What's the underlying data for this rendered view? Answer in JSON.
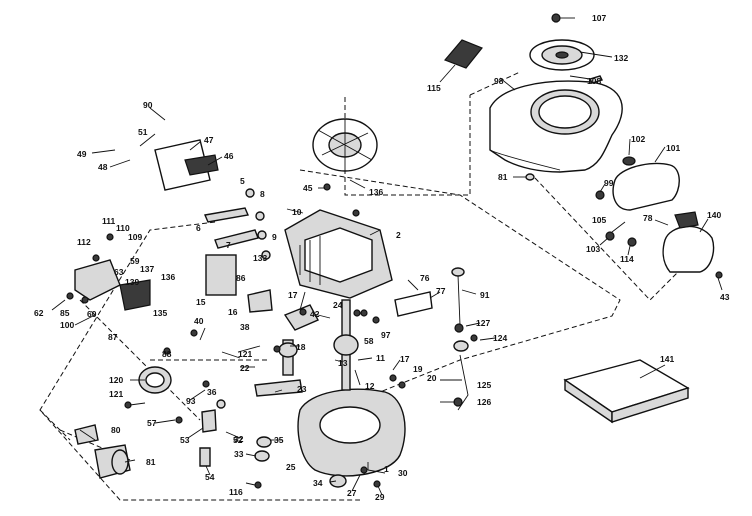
{
  "diagram": {
    "part_numbers": [
      "107",
      "132",
      "108",
      "115",
      "98",
      "102",
      "101",
      "81",
      "99",
      "78",
      "140",
      "105",
      "103",
      "114",
      "43",
      "90",
      "51",
      "47",
      "49",
      "48",
      "46",
      "45",
      "136",
      "5",
      "6",
      "8",
      "10",
      "9",
      "2",
      "7",
      "111",
      "110",
      "112",
      "109",
      "59",
      "63",
      "137",
      "136",
      "62",
      "85",
      "60",
      "135",
      "139",
      "100",
      "87",
      "133",
      "15",
      "86",
      "16",
      "17",
      "42",
      "76",
      "77",
      "91",
      "127",
      "124",
      "40",
      "88",
      "121",
      "22",
      "18",
      "24",
      "58",
      "97",
      "13",
      "11",
      "12",
      "17",
      "19",
      "20",
      "125",
      "126",
      "120",
      "121",
      "93",
      "36",
      "23",
      "57",
      "25",
      "80",
      "53",
      "32",
      "33",
      "35",
      "54",
      "81",
      "116",
      "34",
      "27",
      "29",
      "30",
      "141",
      "38",
      "1",
      "52"
    ]
  }
}
